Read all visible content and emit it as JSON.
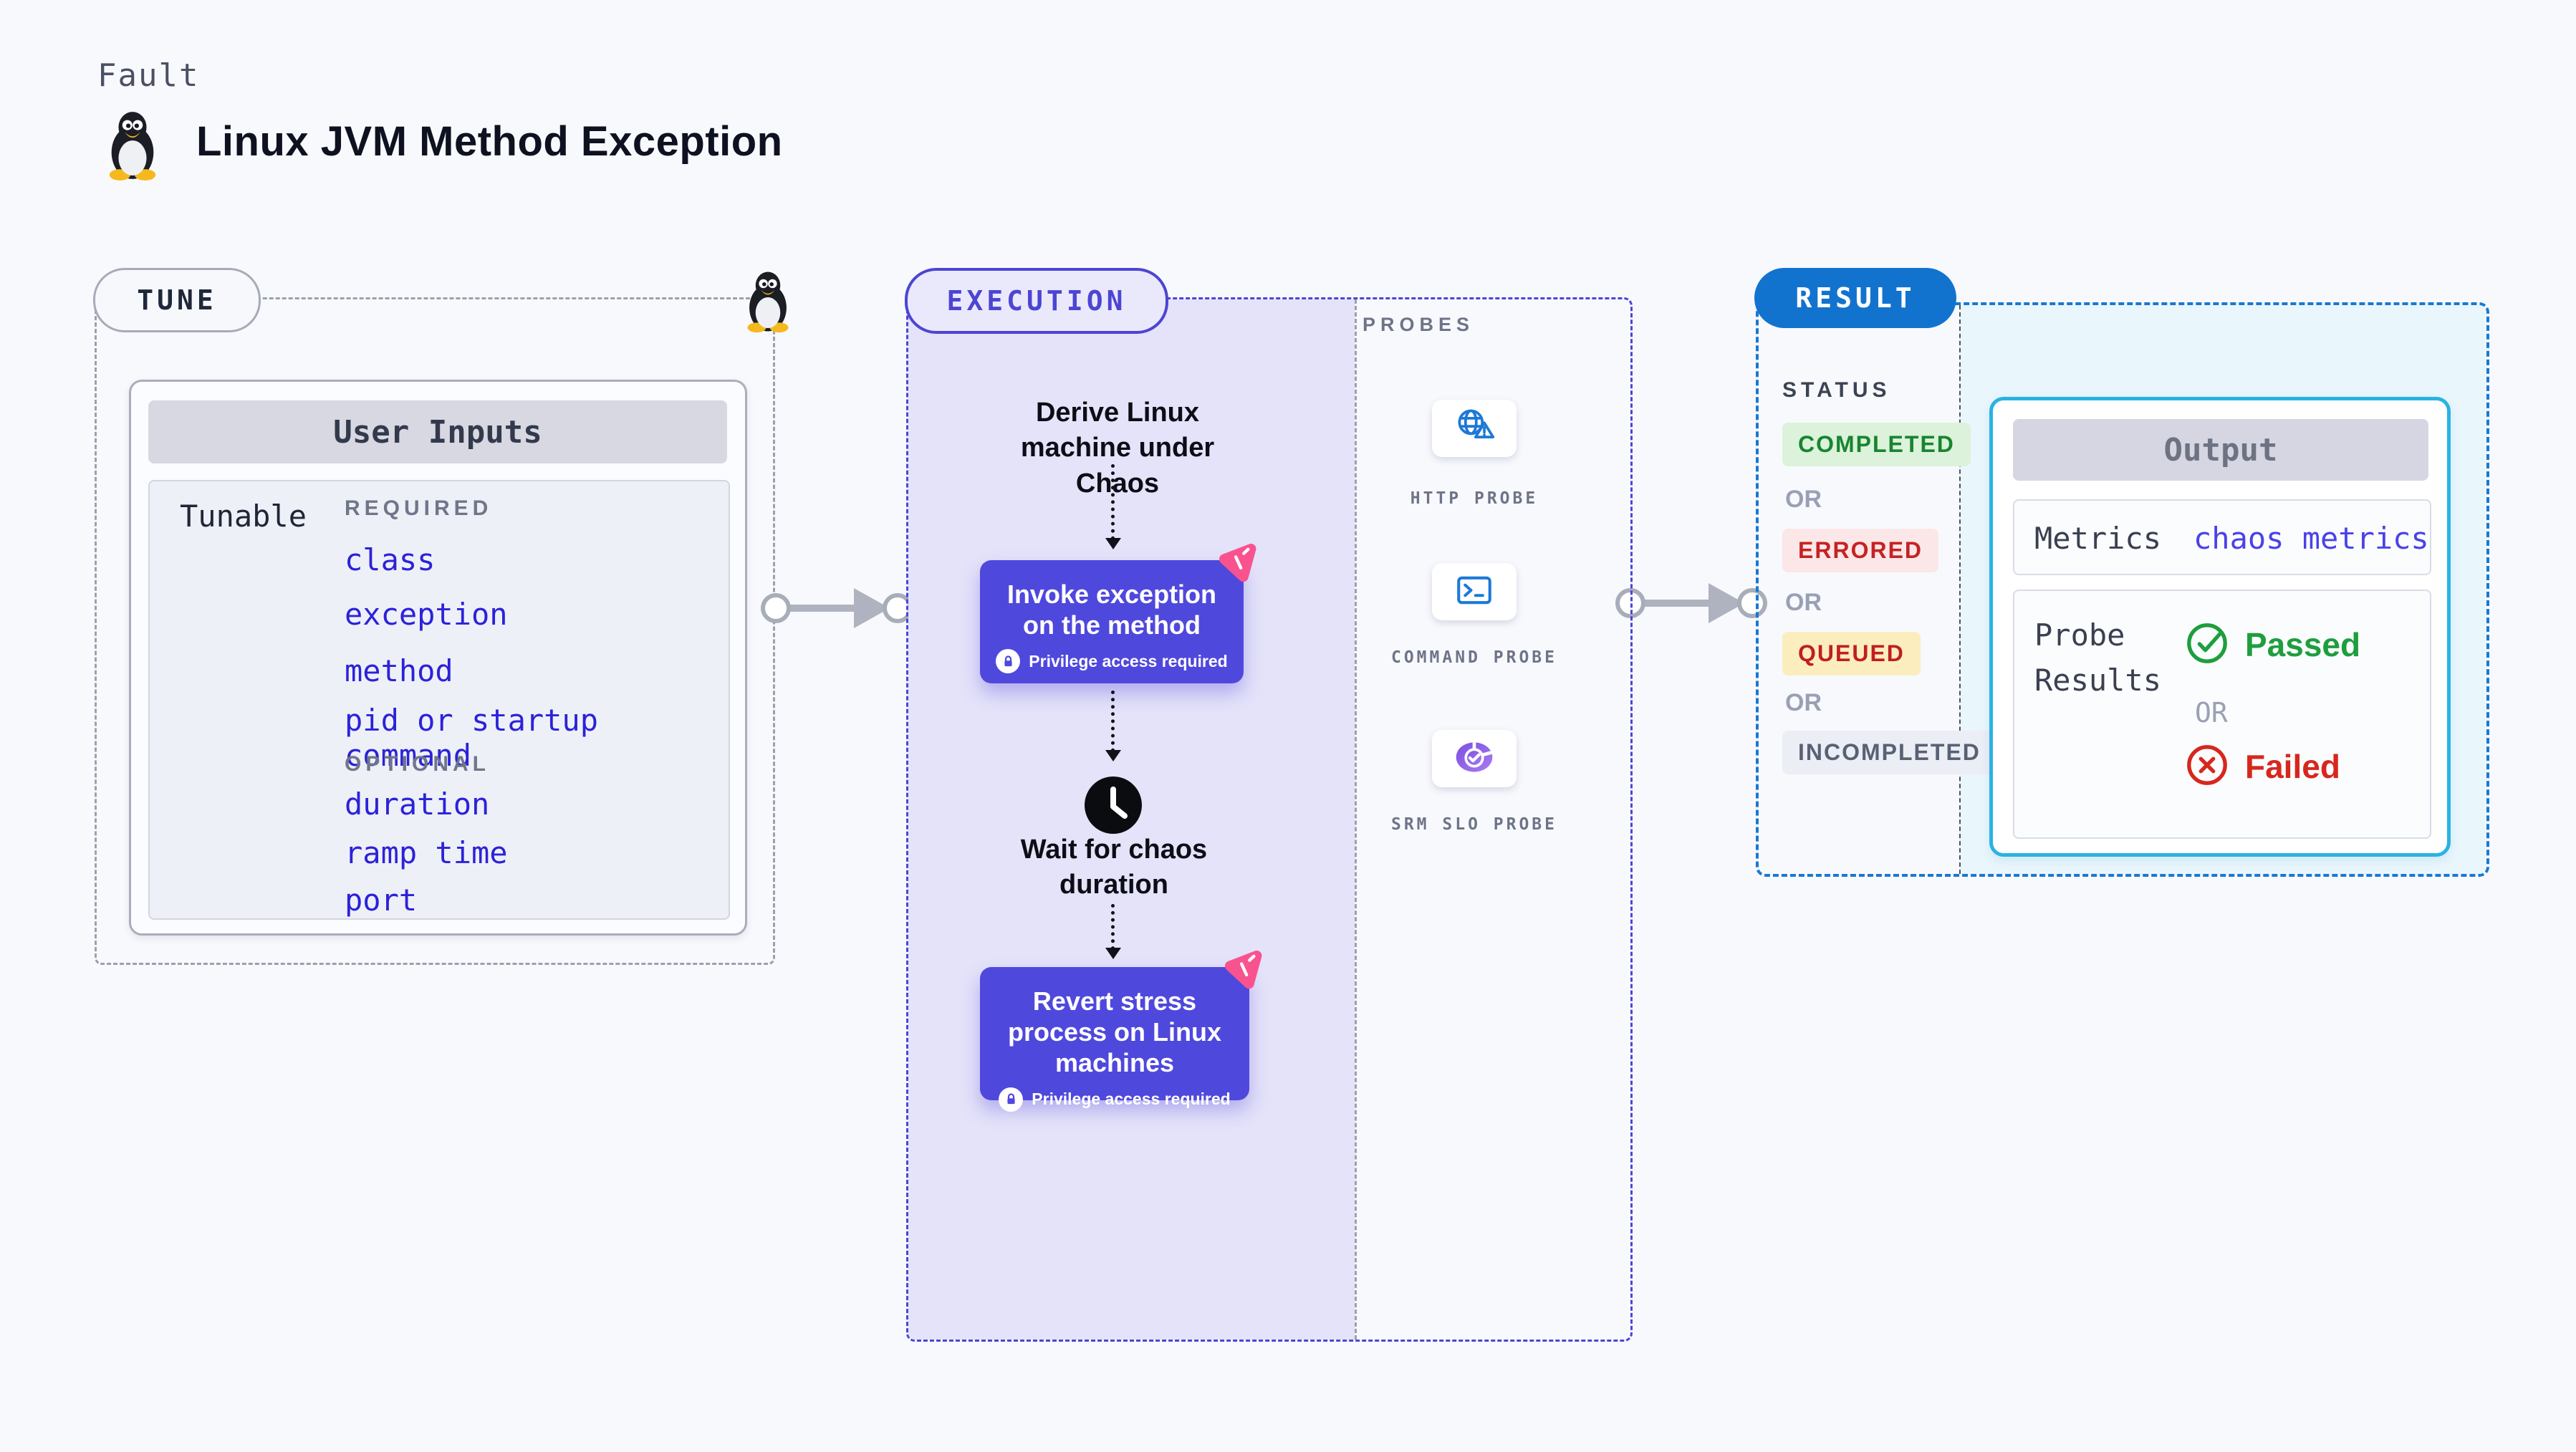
{
  "page": {
    "fault_label": "Fault",
    "title": "Linux JVM Method Exception"
  },
  "tune": {
    "pill_label": "TUNE",
    "user_inputs": {
      "header": "User Inputs",
      "row_label": "Tunable",
      "required_label": "REQUIRED",
      "required_items": [
        "class",
        "exception",
        "method",
        "pid or startup command"
      ],
      "optional_label": "OPTIONAL",
      "optional_items": [
        "duration",
        "ramp time",
        "port"
      ]
    }
  },
  "execution": {
    "pill_label": "EXECUTION",
    "derive_step": "Derive Linux machine under Chaos",
    "invoke_action": "Invoke exception on the method",
    "privilege_note": "Privilege access required",
    "wait_step": "Wait for chaos duration",
    "revert_action": "Revert stress process on Linux machines"
  },
  "probes": {
    "label": "PROBES",
    "items": [
      {
        "label": "HTTP PROBE",
        "icon": "http-probe-icon"
      },
      {
        "label": "COMMAND PROBE",
        "icon": "command-probe-icon"
      },
      {
        "label": "SRM SLO PROBE",
        "icon": "srm-slo-probe-icon"
      }
    ]
  },
  "result": {
    "pill_label": "RESULT",
    "status": {
      "label": "STATUS",
      "or_label": "OR",
      "completed": "COMPLETED",
      "errored": "ERRORED",
      "queued": "QUEUED",
      "incompleted": "INCOMPLETED"
    },
    "output": {
      "header": "Output",
      "metrics_label": "Metrics",
      "metrics_value": "chaos metrics",
      "probe_results_label": "Probe Results",
      "passed_label": "Passed",
      "or_label": "OR",
      "failed_label": "Failed"
    }
  },
  "colors": {
    "accent_indigo": "#4c45d3",
    "action_purple": "#4f48dd",
    "badge_pink": "#f9538f",
    "result_blue": "#1273cf",
    "output_border": "#29b3e3",
    "link_blue": "#2b22d9",
    "probe_icon_blue": "#1d79d6",
    "passed_green": "#1e9e3e",
    "failed_red": "#d7271d",
    "completed_green": "#178530",
    "errored_red": "#c62222",
    "queued_text_red": "#bf1f1f",
    "incompleted_gray": "#596174"
  }
}
